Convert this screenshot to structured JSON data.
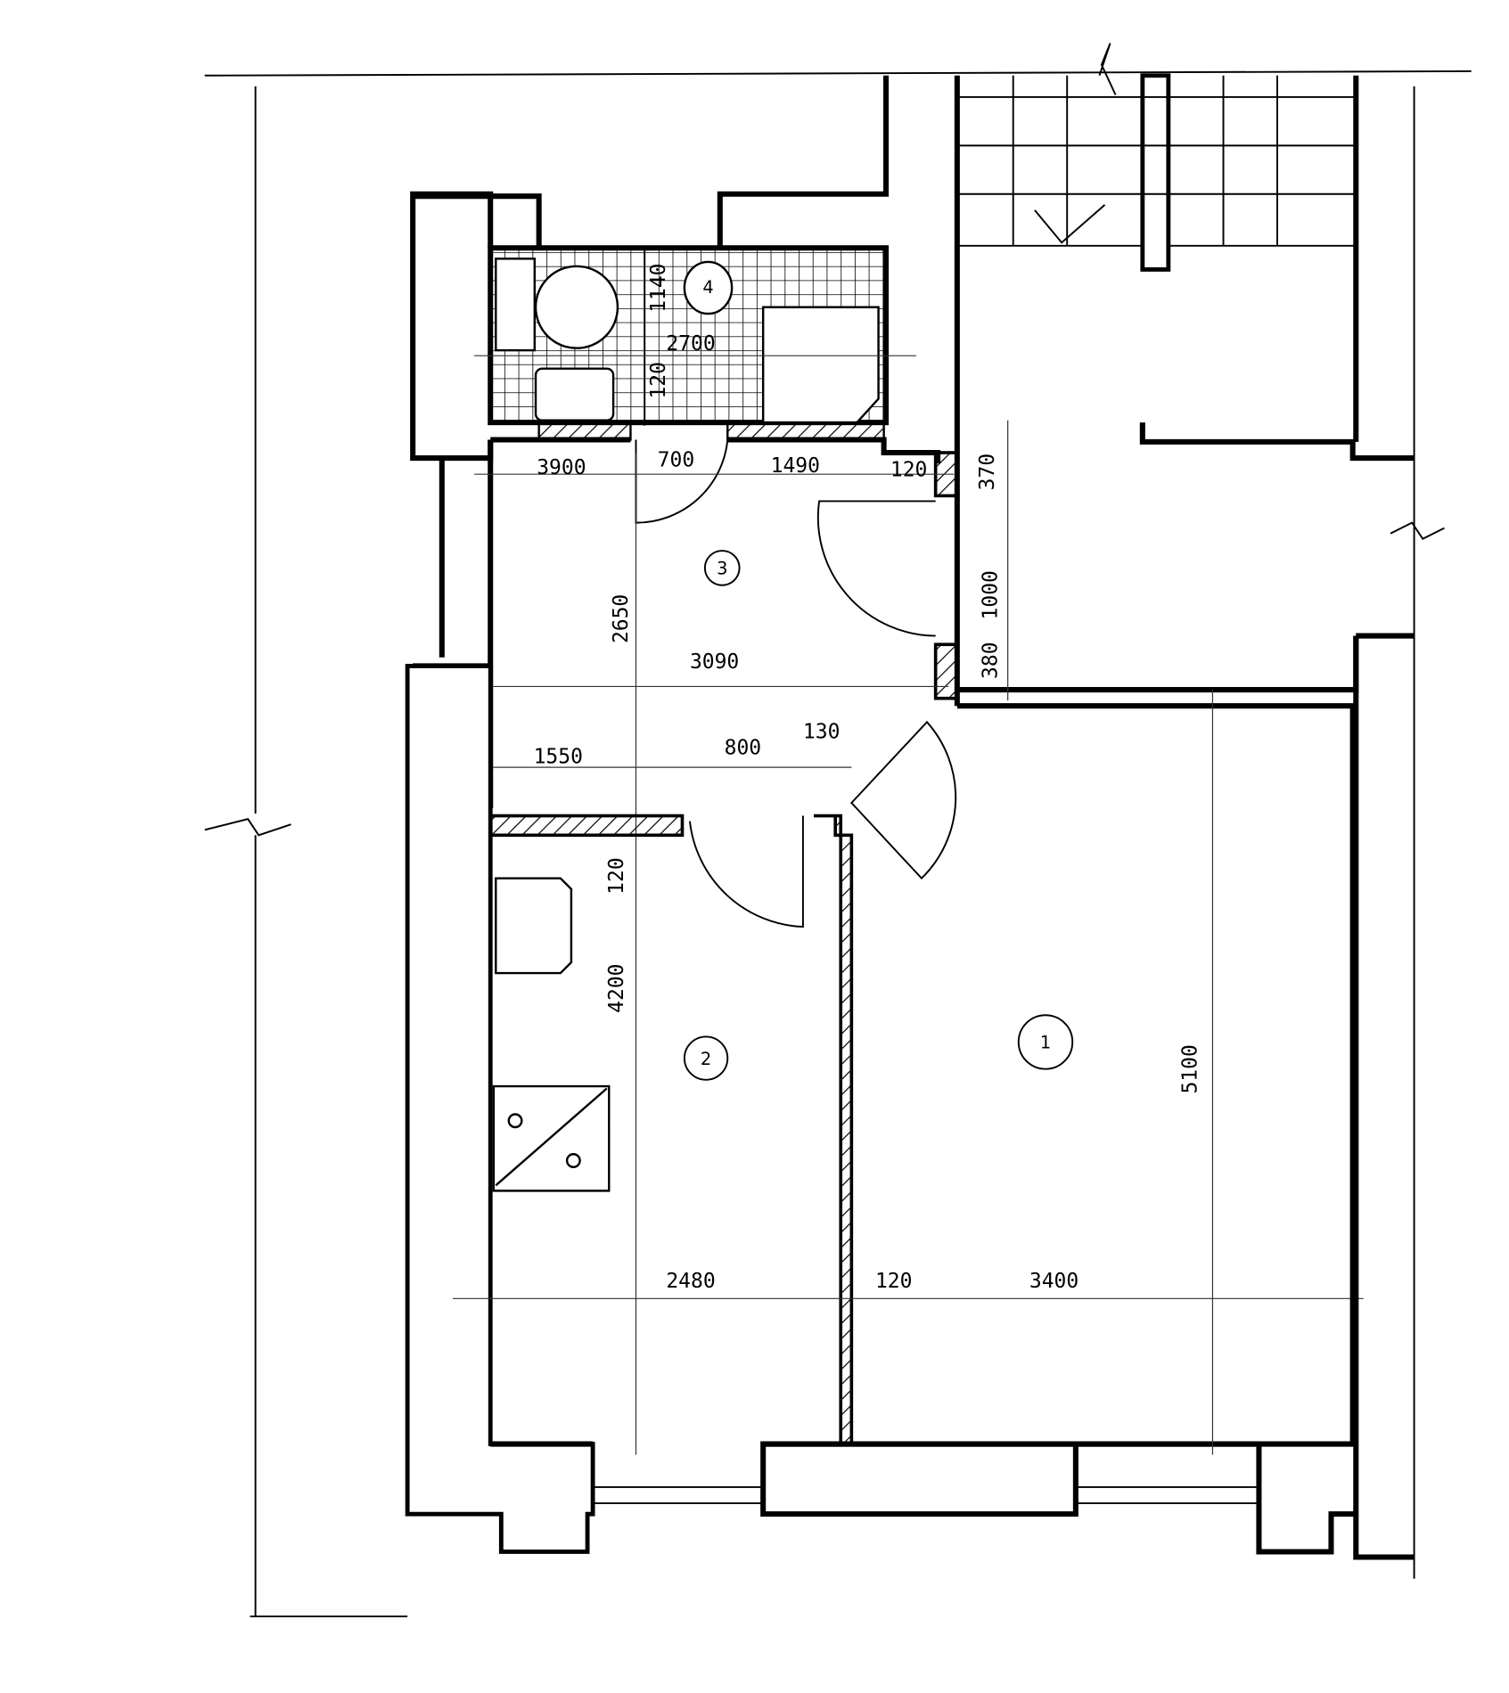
{
  "rooms": {
    "r1": "1",
    "r2": "2",
    "r3": "3",
    "r4": "4"
  },
  "dimensions": {
    "bath_height": "1140",
    "bath_width": "2700",
    "bath_wall": "120",
    "corr_a": "3900",
    "corr_door": "700",
    "corr_b": "1490",
    "corr_wall": "120",
    "corr_right": "370",
    "hall_depth": "2650",
    "hall_width": "3090",
    "entry_door": "1000",
    "entry_jamb": "380",
    "lower_a": "1550",
    "lower_door": "800",
    "lower_jamb": "130",
    "room2_wall": "120",
    "room2_depth": "4200",
    "room2_width": "2480",
    "partition": "120",
    "room1_width": "3400",
    "room1_depth": "5100"
  },
  "colors": {
    "ink": "#000000",
    "paper": "#ffffff"
  }
}
